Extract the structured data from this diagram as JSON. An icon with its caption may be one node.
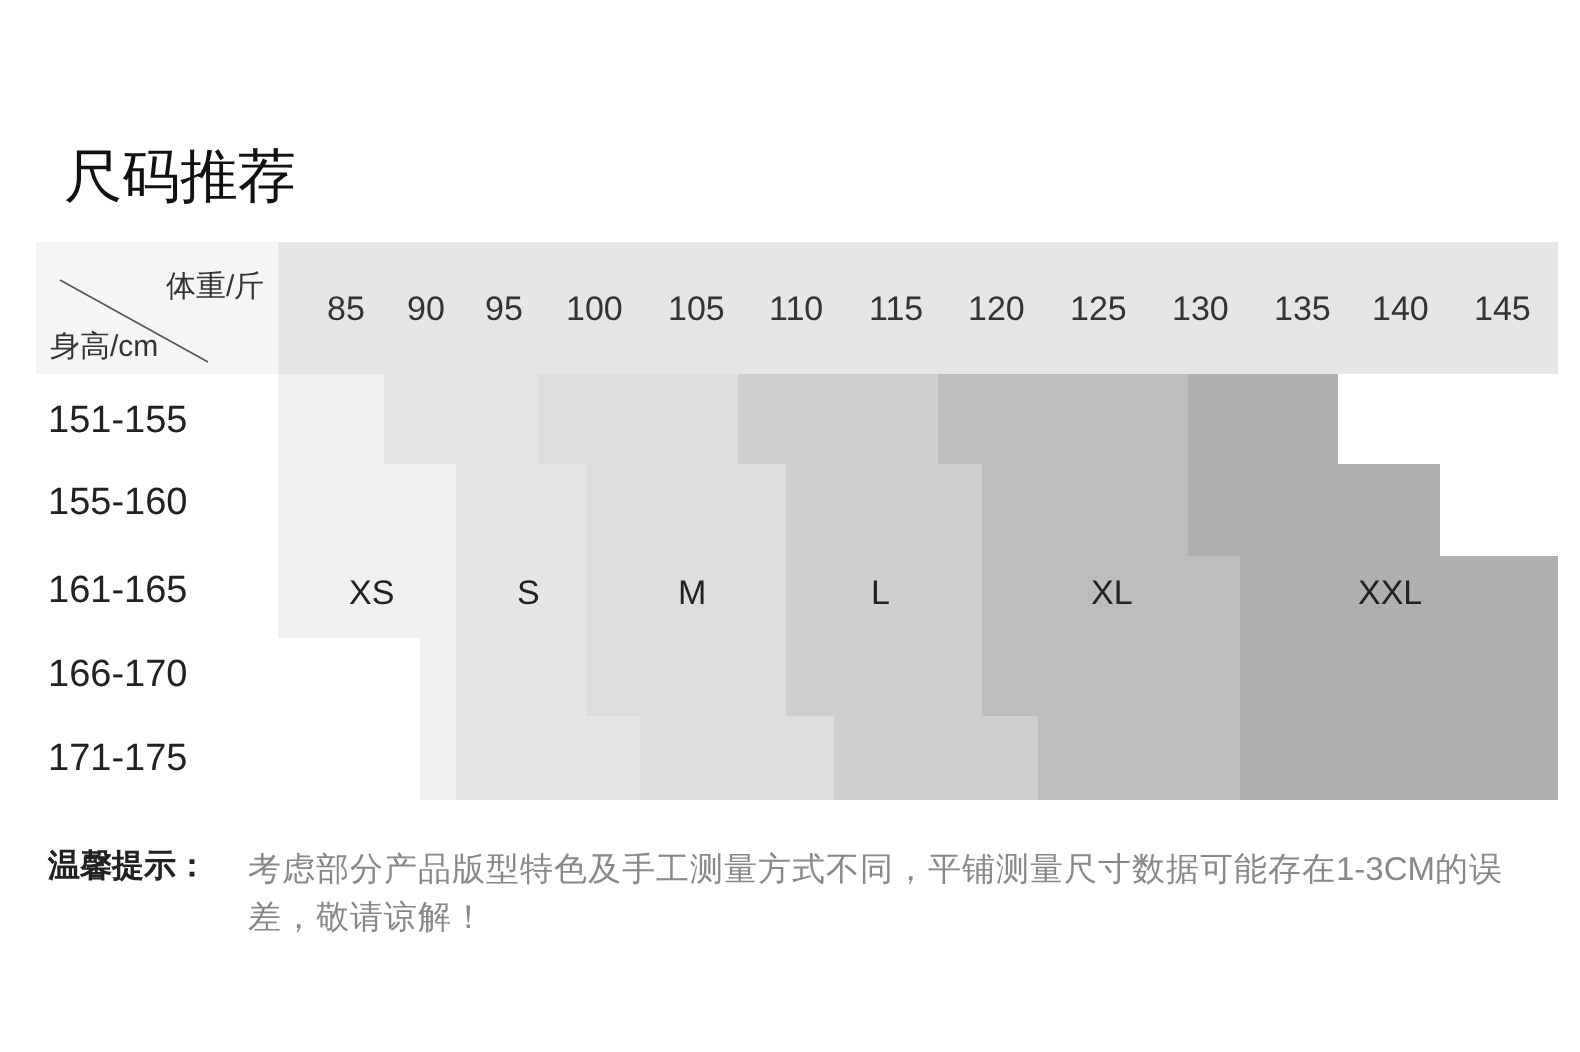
{
  "diagram": {
    "title": "尺码推荐",
    "nodes": [
      {
        "text": [
          "XS"
        ]
      },
      {
        "text": [
          "S"
        ]
      },
      {
        "text": [
          "M"
        ]
      },
      {
        "text": [
          "L"
        ]
      },
      {
        "text": [
          "XL"
        ]
      },
      {
        "text": [
          "XXL"
        ]
      }
    ],
    "edges": [],
    "labels": [
      "体重/斤",
      "身高/cm",
      "85",
      "90",
      "95",
      "100",
      "105",
      "110",
      "115",
      "120",
      "125",
      "130",
      "135",
      "140",
      "145",
      "151-155",
      "155-160",
      "161-165",
      "166-170",
      "171-175",
      "温馨提示：",
      "考虑部分产品版型特色及手工测量方式不同，平铺测量尺寸数据可能存在1-3CM的误差，敬请谅解！"
    ]
  }
}
